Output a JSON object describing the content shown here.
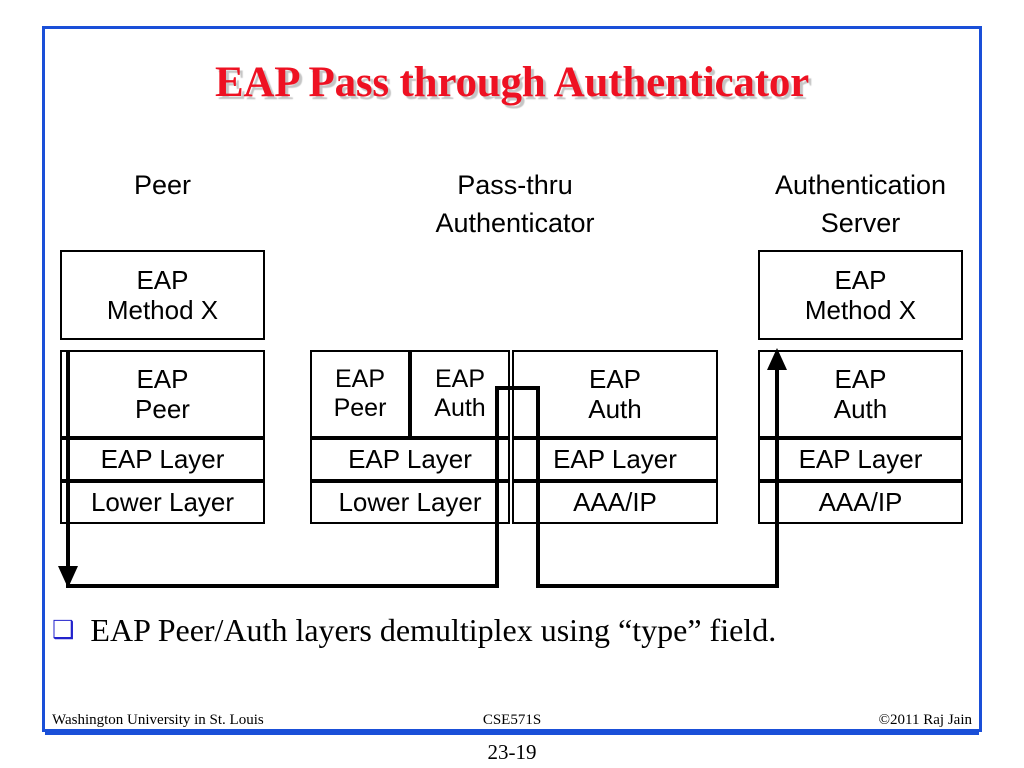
{
  "slide": {
    "title": "EAP Pass through Authenticator",
    "title_color": "#ee1122",
    "frame_color": "#1a4fd8"
  },
  "columns": {
    "peer_header": "Peer",
    "passthru_header": "Pass-thru\nAuthenticator",
    "server_header": "Authentication\nServer"
  },
  "stacks": {
    "peer": {
      "method": "EAP\nMethod X",
      "eap_peer": "EAP\nPeer",
      "eap_layer": "EAP Layer",
      "lower_layer": "Lower Layer"
    },
    "passthru_left": {
      "eap_peer": "EAP\nPeer",
      "eap_auth": "EAP\nAuth",
      "eap_layer": "EAP Layer",
      "lower_layer": "Lower Layer"
    },
    "passthru_right": {
      "eap_auth": "EAP\nAuth",
      "eap_layer": "EAP Layer",
      "aaa_ip": "AAA/IP"
    },
    "server": {
      "method": "EAP\nMethod X",
      "eap_auth": "EAP\nAuth",
      "eap_layer": "EAP Layer",
      "aaa_ip": "AAA/IP"
    }
  },
  "bullet": {
    "marker": "❑",
    "text": "EAP Peer/Auth layers demultiplex using “type” field."
  },
  "footer": {
    "left": "Washington University in St. Louis",
    "center": "CSE571S",
    "right": "©2011 Raj Jain",
    "page_number": "23-19"
  }
}
